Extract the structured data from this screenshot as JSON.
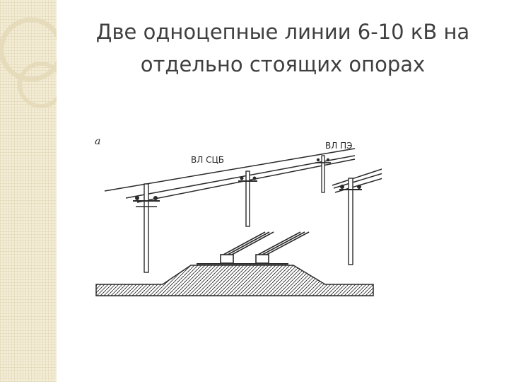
{
  "slide": {
    "title_line1": "Две одноцепные линии 6-10 кВ на",
    "title_line2": "отдельно стоящих опорах"
  },
  "figure": {
    "panel_label": "а",
    "label_left_line": "ВЛ СЦБ",
    "label_right_line": "ВЛ ПЭ"
  },
  "colors": {
    "title_text": "#3f3f3f",
    "side_strip": "#f4edd6",
    "drawing": "#2a2a2a"
  }
}
